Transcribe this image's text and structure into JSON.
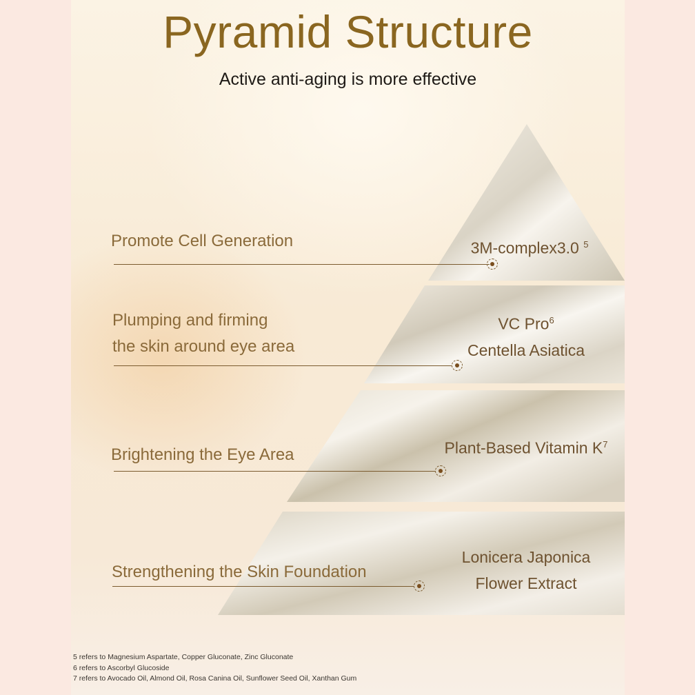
{
  "title": "Pyramid Structure",
  "subtitle": "Active anti-aging is more effective",
  "tiers": [
    {
      "benefit": [
        "Promote Cell Generation"
      ],
      "ingredient": [
        "3M-complex3.0"
      ],
      "sup": "5"
    },
    {
      "benefit": [
        "Plumping and firming",
        "the skin around eye area"
      ],
      "ingredient": [
        "VC Pro",
        "Centella Asiatica"
      ],
      "sup": "6"
    },
    {
      "benefit": [
        "Brightening the Eye Area"
      ],
      "ingredient": [
        "Plant-Based Vitamin K"
      ],
      "sup": "7"
    },
    {
      "benefit": [
        "Strengthening the Skin Foundation"
      ],
      "ingredient": [
        "Lonicera Japonica",
        "Flower Extract"
      ],
      "sup": ""
    }
  ],
  "footnotes": [
    "5 refers  to Magnesium Aspartate, Copper Gluconate, Zinc Gluconate",
    "6 refers to Ascorbyl Glucoside",
    "7 refers to Avocado Oil, Almond Oil, Rosa Canina Oil, Sunflower Seed Oil, Xanthan Gum"
  ],
  "colors": {
    "title": "#8a6620",
    "label": "#8a6a3a",
    "line": "#7a5a2e",
    "background": "#fbe9e1"
  }
}
